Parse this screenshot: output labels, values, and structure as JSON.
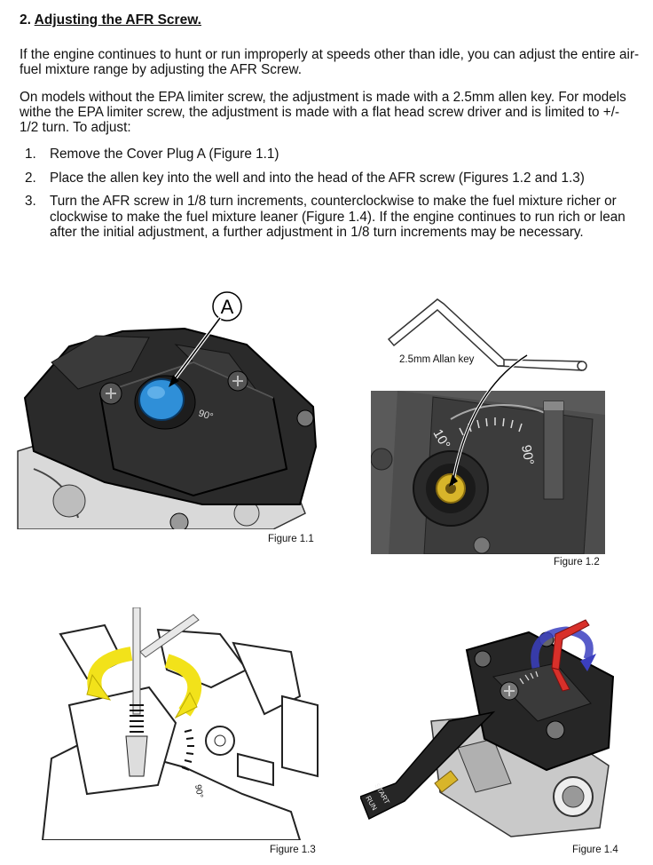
{
  "section": {
    "number": "2.",
    "title": "Adjusting the AFR Screw."
  },
  "paragraphs": [
    "If the engine continues to hunt or run improperly at speeds other than idle, you can adjust the entire air-fuel mixture range by adjusting the AFR Screw.",
    "On models without the EPA limiter screw, the adjustment is made with a 2.5mm allen key. For models withe the EPA limiter screw, the adjustment is made with a flat head screw driver and is limited to +/- 1/2 turn. To adjust:"
  ],
  "steps": [
    {
      "num": "1.",
      "text": "Remove the Cover Plug  A (Figure 1.1)"
    },
    {
      "num": "2.",
      "text": "Place the allen key into the well and into the head of the AFR screw (Figures 1.2 and 1.3)"
    },
    {
      "num": "3.",
      "text": "Turn the AFR screw in 1/8 turn increments, counterclockwise to make the fuel mixture richer or clockwise to make the fuel mixture leaner (Figure 1.4).  If the engine continues to run rich or lean after the initial adjustment, a further adjustment in 1/8 turn increments may be necessary."
    }
  ],
  "figures": {
    "fig1": {
      "caption": "Figure 1.1",
      "callout": "A",
      "marks": [
        "90°"
      ]
    },
    "fig2": {
      "caption": "Figure 1.2",
      "key_label": "2.5mm Allan key",
      "marks": [
        "10°",
        "90°"
      ]
    },
    "fig3": {
      "caption": "Figure 1.3",
      "marks": [
        "90°"
      ]
    },
    "fig4": {
      "caption": "Figure 1.4",
      "marks": [
        "START",
        "RUN"
      ]
    }
  },
  "colors": {
    "plug_blue": "#2f8fd8",
    "screw_gold": "#d8b52a",
    "arrow_yellow": "#f2e21a",
    "arrow_blue": "#3b3fbf",
    "arrow_red": "#d8302a",
    "body_dark": "#262626"
  }
}
